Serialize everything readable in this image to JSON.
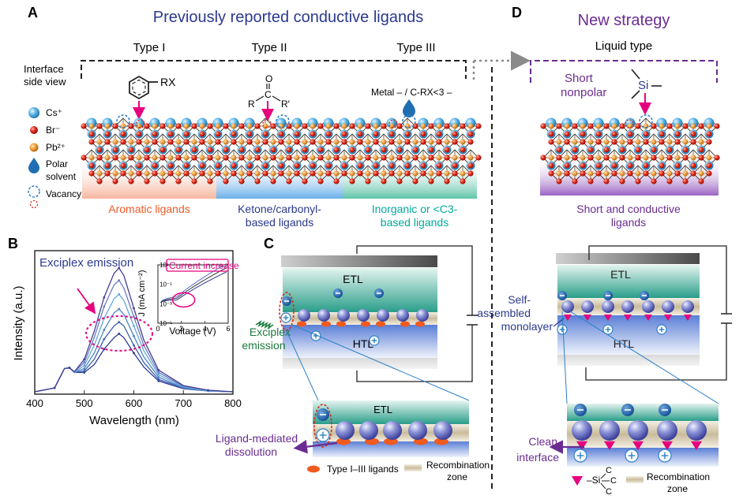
{
  "panel_a": {
    "letter": "A",
    "title": "Previously reported conductive ligands",
    "type_i": "Type I",
    "type_ii": "Type II",
    "type_iii": "Type III",
    "interface_label_1": "Interface",
    "interface_label_2": "side view",
    "rx": "RX",
    "carbonyl_o": "O",
    "carbonyl_c": "C",
    "carbonyl_r": "R",
    "carbonyl_r2": "R′",
    "metal_label": "Metal – / C-RX<3 –",
    "legend": {
      "cs": "Cs⁺",
      "br": "Br⁻",
      "pb": "Pb²⁺",
      "polar_1": "Polar",
      "polar_2": "solvent",
      "vacancy": "Vacancy"
    },
    "band_aromatic": "Aromatic ligands",
    "band_ketone_1": "Ketone/carbonyl-",
    "band_ketone_2": "based ligands",
    "band_inorganic_1": "Inorganic or <C3-",
    "band_inorganic_2": "based ligands"
  },
  "panel_d": {
    "letter": "D",
    "title": "New strategy",
    "subtitle": "Liquid type",
    "short_1": "Short",
    "short_2": "nonpolar",
    "si": "Si",
    "band_1": "Short and conductive",
    "band_2": "ligands",
    "etl": "ETL",
    "htl": "HTL",
    "sam_1": "Self-",
    "sam_2": "assembled",
    "sam_3": "monolayer",
    "clean_1": "Clean",
    "clean_2": "interface",
    "si_formula_si": "–Si",
    "si_formula_c": "C",
    "recomb_1": "Recombination",
    "recomb_2": "zone"
  },
  "panel_b": {
    "letter": "B",
    "title": "Exciplex emission",
    "xlabel": "Wavelength (nm)",
    "ylabel": "Intensity (a.u.)",
    "x_ticks": [
      "400",
      "500",
      "600",
      "700",
      "800"
    ],
    "inset_title": "Current increase",
    "inset_xlabel": "Voltage (V)",
    "inset_ylabel": "J (mA cm⁻²)",
    "inset_x_ticks": [
      "0",
      "2",
      "4",
      "6"
    ],
    "inset_y_ticks": [
      "10¹",
      "10⁻¹",
      "10⁻³",
      "10⁻⁵"
    ]
  },
  "panel_c": {
    "letter": "C",
    "etl": "ETL",
    "htl": "HTL",
    "exciplex_1": "Exciplex",
    "exciplex_2": "emission",
    "dissolution_1": "Ligand-mediated",
    "dissolution_2": "dissolution",
    "legend_ligands": "Type I–III ligands",
    "recomb_1": "Recombination",
    "recomb_2": "zone"
  },
  "colors": {
    "title_blue": "#2b3990",
    "purple": "#6a2c91",
    "magenta": "#e6007e",
    "aromatic": "#f15a24",
    "ketone": "#2b3990",
    "inorganic": "#00a99d",
    "green": "#1a7a3c"
  },
  "chart_data": {
    "type": "line",
    "xlabel": "Wavelength (nm)",
    "ylabel": "Intensity (a.u.)",
    "xlim": [
      400,
      800
    ],
    "x": [
      400,
      440,
      460,
      470,
      480,
      500,
      520,
      540,
      560,
      570,
      580,
      600,
      620,
      650,
      700,
      750,
      800
    ],
    "series": [
      {
        "values": [
          0,
          0.05,
          0.3,
          0.31,
          0.25,
          0.25,
          0.35,
          0.55,
          0.7,
          0.75,
          0.7,
          0.5,
          0.32,
          0.14,
          0.04,
          0.01,
          0
        ]
      },
      {
        "values": [
          0,
          0.05,
          0.3,
          0.31,
          0.25,
          0.27,
          0.42,
          0.68,
          0.85,
          0.9,
          0.85,
          0.6,
          0.38,
          0.16,
          0.05,
          0.01,
          0
        ]
      },
      {
        "values": [
          0,
          0.05,
          0.3,
          0.31,
          0.25,
          0.3,
          0.5,
          0.8,
          1.02,
          1.07,
          1.0,
          0.72,
          0.45,
          0.19,
          0.05,
          0.01,
          0
        ]
      },
      {
        "values": [
          0,
          0.05,
          0.3,
          0.31,
          0.25,
          0.34,
          0.6,
          0.95,
          1.2,
          1.26,
          1.18,
          0.85,
          0.53,
          0.22,
          0.06,
          0.01,
          0
        ]
      },
      {
        "values": [
          0,
          0.05,
          0.3,
          0.31,
          0.26,
          0.38,
          0.7,
          1.1,
          1.38,
          1.44,
          1.34,
          0.97,
          0.6,
          0.25,
          0.07,
          0.02,
          0
        ]
      },
      {
        "values": [
          0,
          0.05,
          0.3,
          0.31,
          0.26,
          0.42,
          0.78,
          1.22,
          1.53,
          1.6,
          1.5,
          1.08,
          0.67,
          0.28,
          0.08,
          0.02,
          0
        ]
      }
    ],
    "inset": {
      "xlabel": "Voltage (V)",
      "ylabel": "J (mA cm⁻²)",
      "title": "Current increase",
      "xlim": [
        0,
        6
      ],
      "ylim_log10": [
        -5,
        1
      ]
    }
  }
}
